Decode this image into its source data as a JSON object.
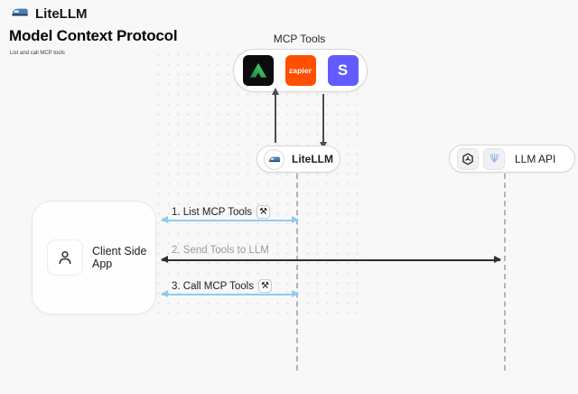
{
  "header": {
    "brand": "LiteLLM",
    "title": "Model Context Protocol",
    "subtitle": "List and call MCP tools"
  },
  "mcp_tools": {
    "label": "MCP Tools",
    "zapier_label": "zapier",
    "stripe_label": "S"
  },
  "nodes": {
    "litellm": {
      "label": "LiteLLM"
    },
    "llm_api": {
      "label": "LLM API"
    },
    "client": {
      "label": "Client Side App"
    }
  },
  "sequence": {
    "step1": {
      "label": "1. List MCP Tools",
      "icon": "⚒"
    },
    "step2": {
      "label": "2. Send Tools to LLM"
    },
    "step3": {
      "label": "3. Call MCP Tools",
      "icon": "⚒"
    }
  },
  "colors": {
    "background": "#f8f8f8",
    "accent_blue_arrow": "#8ccdf0",
    "dark_arrow": "#2e2e2e",
    "zapier_orange": "#ff4f00",
    "stripe_purple": "#635bff",
    "tool_green": "#34d058",
    "lifeline_gray": "#b3b3b3"
  }
}
